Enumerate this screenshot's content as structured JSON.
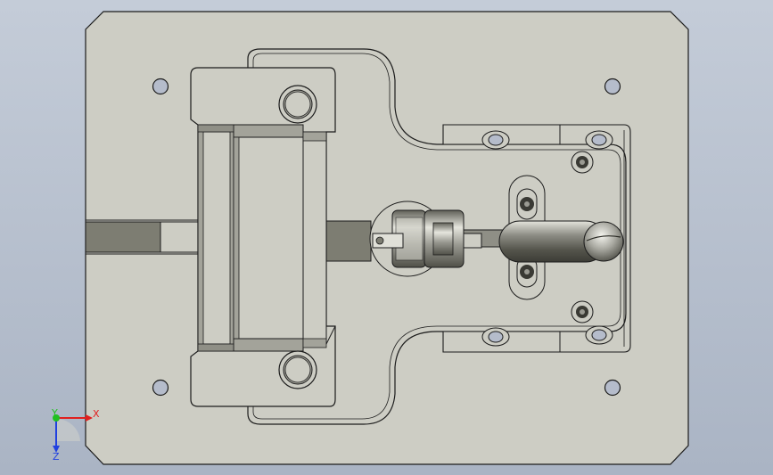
{
  "viewport": {
    "background_top": "#c4ccd8",
    "background_bottom": "#aab4c4"
  },
  "colors": {
    "plate_fill": "#cdcdc4",
    "edge": "#1c1c1c",
    "dark_part": "#7d7d72",
    "mid_part": "#a3a39a",
    "hole_fill": "#b5bccb",
    "handle_dark": "#55554c",
    "handle_light": "#e2e2da"
  },
  "triad": {
    "x_label": "X",
    "y_label": "Y",
    "z_label": "Z",
    "x_color": "#e02020",
    "y_color": "#20c020",
    "z_color": "#2040e0"
  }
}
